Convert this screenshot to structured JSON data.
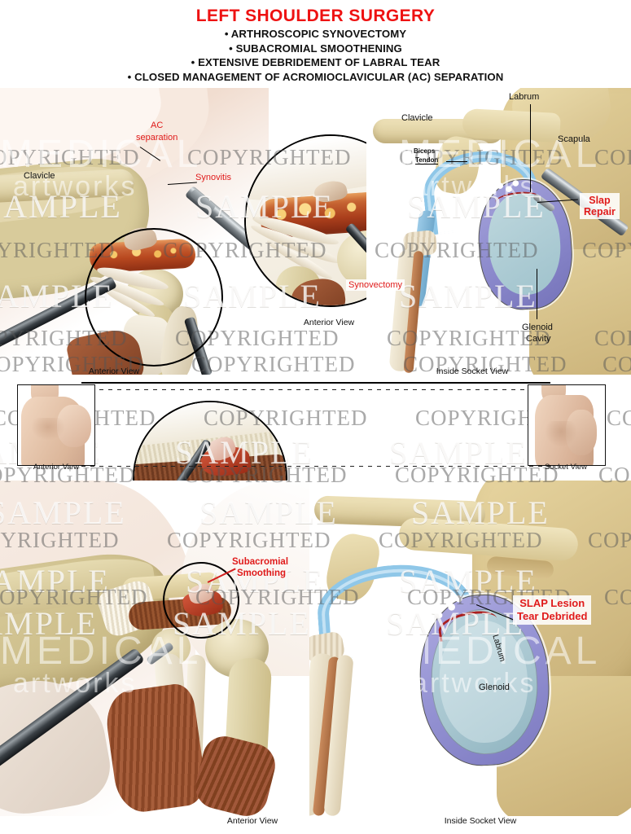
{
  "title": {
    "main": "LEFT SHOULDER SURGERY",
    "bullets": [
      "• ARTHROSCOPIC SYNOVECTOMY",
      "• SUBACROMIAL SMOOTHENING",
      "• EXTENSIVE DEBRIDEMENT OF LABRAL TEAR",
      "• CLOSED MANAGEMENT OF ACROMIOCLAVICULAR (AC) SEPARATION"
    ]
  },
  "colors": {
    "title_red": "#ee1212",
    "label_red": "#e01b1b",
    "bone": "#ded2a4",
    "bone_light": "#e9e0bc",
    "glenoid_purple": "#8f8fd0",
    "biceps_blue": "#8fc7e8",
    "muscle": "#a85f3c",
    "skin": "#e8cdb8"
  },
  "watermarks": {
    "copyright": "COPYRIGHTED",
    "sample": "SAMPLE",
    "logo_line1": "MEDICAL",
    "logo_line2": "artworks"
  },
  "panels": {
    "top_left": {
      "caption": "Anterior View",
      "labels": {
        "clavicle": "Clavicle",
        "ac_separation": "AC\nseparation",
        "ac_separation_l1": "AC",
        "ac_separation_l2": "separation",
        "synovitis": "Synovitis"
      }
    },
    "top_center_inset": {
      "caption": "Anterior View",
      "labels": {
        "synovectomy": "Synovectomy"
      }
    },
    "top_right": {
      "caption": "Inside Socket View",
      "labels": {
        "clavicle": "Clavicle",
        "labrum": "Labrum",
        "scapula": "Scapula",
        "biceps_tendon_l1": "Biceps",
        "biceps_tendon_l2": "Tendon",
        "slap_repair_l1": "Slap",
        "slap_repair_l2": "Repair",
        "glenoid_cavity_l1": "Glenoid",
        "glenoid_cavity_l2": "Cavity"
      }
    },
    "mid_left_thumb": {
      "caption": "Anterior View"
    },
    "mid_right_thumb": {
      "caption": "Socket View"
    },
    "bottom_left": {
      "caption": "Anterior View",
      "labels": {
        "subacromial_l1": "Subacromial",
        "subacromial_l2": "Smoothing"
      }
    },
    "bottom_right": {
      "caption": "Inside Socket View",
      "labels": {
        "slap_lesion_l1": "SLAP Lesion",
        "slap_lesion_l2": "Tear Debrided",
        "labrum": "Labrum",
        "glenoid": "Glenoid"
      }
    }
  }
}
